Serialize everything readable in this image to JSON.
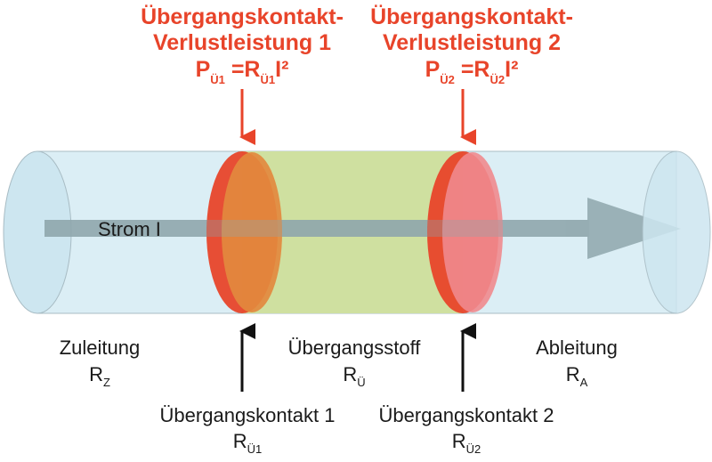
{
  "top_labels": [
    {
      "line1": "Übergangskontakt-",
      "line2": "Verlustleistung 1",
      "p": "P",
      "p_sub": "Ü1",
      "eq": " =R",
      "r_sub": "Ü1",
      "tail": "I²"
    },
    {
      "line1": "Übergangskontakt-",
      "line2": "Verlustleistung 2",
      "p": "P",
      "p_sub": "Ü2",
      "eq": " =R",
      "r_sub": "Ü2",
      "tail": "I²"
    }
  ],
  "current_label": "Strom I",
  "sections": [
    {
      "name": "Zuleitung",
      "symbol": "R",
      "sub": "Z"
    },
    {
      "name": "Übergangsstoff",
      "symbol": "R",
      "sub": "Ü"
    },
    {
      "name": "Ableitung",
      "symbol": "R",
      "sub": "A"
    }
  ],
  "contacts": [
    {
      "name": "Übergangskontakt 1",
      "symbol": "R",
      "sub": "Ü1"
    },
    {
      "name": "Übergangskontakt 2",
      "symbol": "R",
      "sub": "Ü2"
    }
  ],
  "colors": {
    "tube": "#dbeef5",
    "material": "#cfe0a0",
    "contact1": "#e3893e",
    "contact2": "#ef8a8e",
    "edge": "#e8442a",
    "arrow": "#8fa7ad"
  }
}
